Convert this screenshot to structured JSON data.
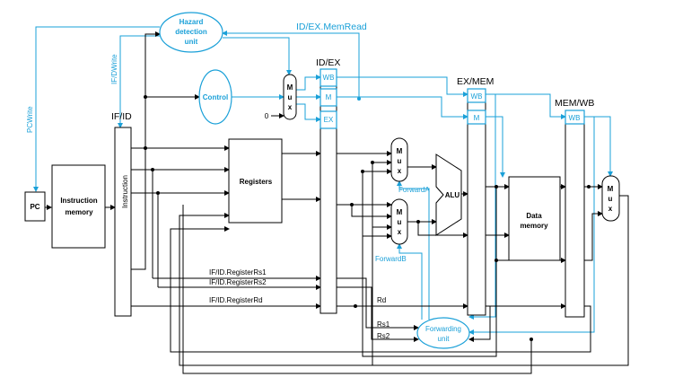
{
  "blocks": {
    "pc": "PC",
    "instruction_memory": [
      "Instruction",
      "memory"
    ],
    "registers": "Registers",
    "alu": "ALU",
    "data_memory": [
      "Data",
      "memory"
    ],
    "control": "Control",
    "hazard_detection_unit": [
      "Hazard",
      "detection",
      "unit"
    ],
    "forwarding_unit": [
      "Forwarding",
      "unit"
    ],
    "mux_letters": [
      "M",
      "u",
      "x"
    ]
  },
  "pipeline_registers": {
    "if_id": "IF/ID",
    "id_ex": "ID/EX",
    "ex_mem": "EX/MEM",
    "mem_wb": "MEM/WB",
    "instruction_vertical": "Instruction"
  },
  "control_fields": {
    "wb": "WB",
    "m": "M",
    "ex": "EX"
  },
  "signals": {
    "pc_write": "PCWrite",
    "if_d_write": "IF/DWrite",
    "id_ex_memread": "ID/EX.MemRead",
    "forward_a": "ForwardA",
    "forward_b": "ForwardB",
    "zero": "0",
    "if_id_rs1": "IF/ID.RegisterRs1",
    "if_id_rs2": "IF/ID.RegisterRs2",
    "if_id_rd": "IF/ID.RegisterRd",
    "rd": "Rd",
    "rs1": "Rs1",
    "rs2": "Rs2"
  }
}
